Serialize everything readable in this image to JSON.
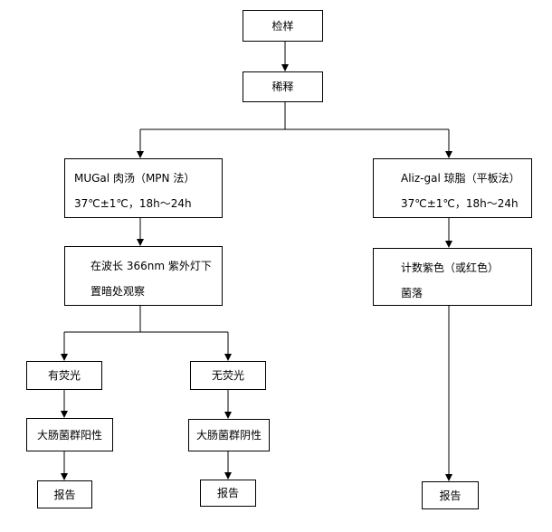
{
  "nodes": {
    "inspection": "检样",
    "dilution": "稀释",
    "mugal_line1": "MUGal 肉汤（MPN 法）",
    "mugal_line2": "37℃±1℃，18h～24h",
    "aliz_line1": "Aliz-gal 琼脂（平板法）",
    "aliz_line2": "37℃±1℃，18h～24h",
    "uv_line1": "在波长 366nm 紫外灯下",
    "uv_line2": "置暗处观察",
    "count_line1": "计数紫色（或红色）",
    "count_line2": "菌落",
    "fluorescence_yes": "有荧光",
    "fluorescence_no": "无荧光",
    "ecoli_positive": "大肠菌群阳性",
    "ecoli_negative": "大肠菌群阴性",
    "report_left": "报告",
    "report_middle": "报告",
    "report_right": "报告"
  }
}
